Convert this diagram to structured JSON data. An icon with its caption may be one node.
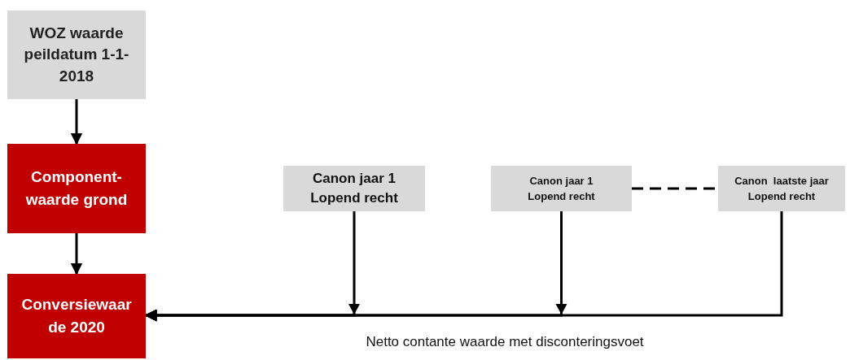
{
  "diagram": {
    "nodes": [
      {
        "text": [
          "WOZ waarde peildatum 1-1-2018"
        ]
      },
      {
        "text": [
          "Component-waarde grond"
        ]
      },
      {
        "text": [
          "Conversiewaar de 2020"
        ]
      },
      {
        "text": [
          "Canon jaar 1 Lopend recht"
        ]
      },
      {
        "text": [
          "Canon jaar 1 Lopend recht"
        ]
      },
      {
        "text": [
          "Canon  laatste jaar Lopend recht"
        ]
      }
    ],
    "edges": [
      {
        "from": 0,
        "to": 1,
        "arrow": "to"
      },
      {
        "from": 1,
        "to": 2,
        "arrow": "to"
      },
      {
        "from": 3,
        "to": 2,
        "arrow": "to"
      },
      {
        "from": 4,
        "to": 2,
        "arrow": "to"
      },
      {
        "from": 5,
        "to": 2,
        "arrow": "to"
      },
      {
        "from": 4,
        "to": 5,
        "arrow": "none",
        "style": "dashed"
      }
    ],
    "labels": [
      "Netto contante waarde met disconteringsvoet"
    ]
  }
}
